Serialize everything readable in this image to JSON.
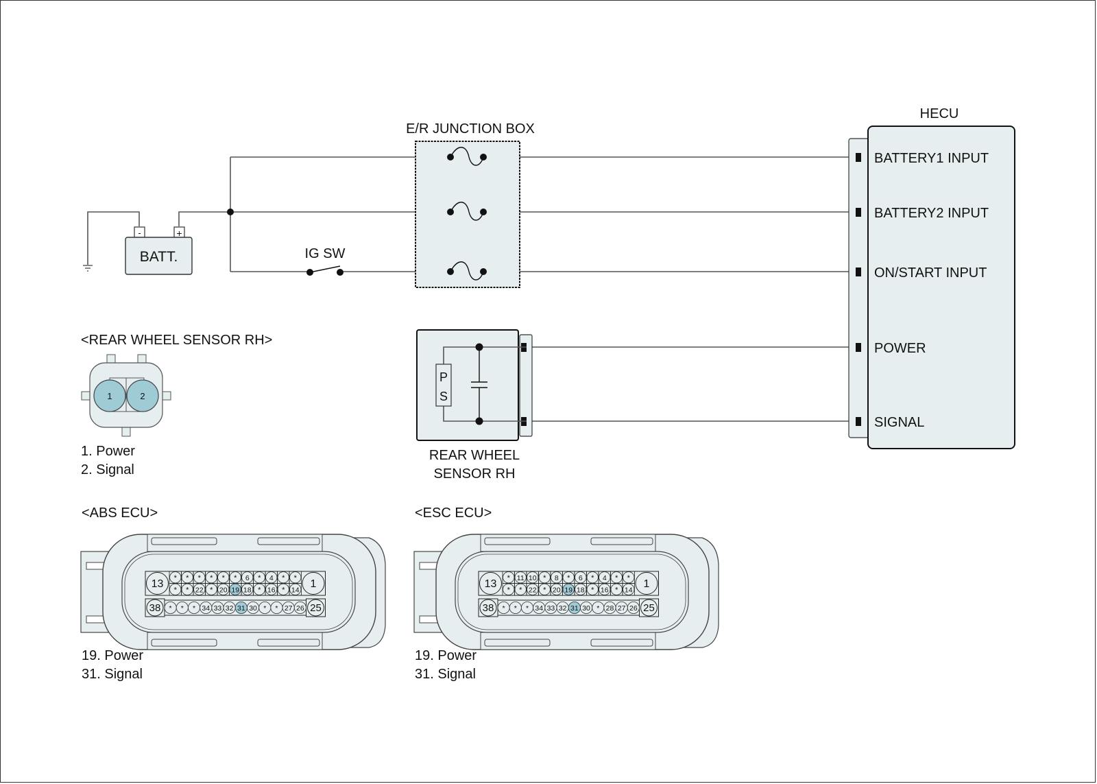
{
  "diagram": {
    "junction_box": {
      "title": "E/R JUNCTION BOX"
    },
    "battery": {
      "label": "BATT.",
      "neg": "-",
      "pos": "+"
    },
    "ig_switch": {
      "label": "IG SW"
    },
    "hecu": {
      "title": "HECU",
      "pins": [
        "BATTERY1 INPUT",
        "BATTERY2 INPUT",
        "ON/START INPUT",
        "POWER",
        "SIGNAL"
      ]
    },
    "sensor": {
      "title_line1": "REAR WHEEL",
      "title_line2": "SENSOR RH",
      "element_p": "P",
      "element_s": "S"
    },
    "rear_sensor_connector": {
      "title": "<REAR WHEEL SENSOR RH>",
      "pin1": "1",
      "pin2": "2",
      "legend": [
        "1. Power",
        "2. Signal"
      ]
    },
    "abs_ecu": {
      "title": "<ABS ECU>",
      "big_left": "13",
      "big_right": "1",
      "row1": [
        "*",
        "*",
        "*",
        "*",
        "*",
        "*",
        "6",
        "*",
        "4",
        "*",
        "*"
      ],
      "row2": [
        "*",
        "*",
        "22",
        "*",
        "20",
        "19",
        "18",
        "*",
        "16",
        "*",
        "14"
      ],
      "bottom_left": "38",
      "bottom_right": "25",
      "row3": [
        "*",
        "*",
        "*",
        "34",
        "33",
        "32",
        "31",
        "30",
        "*",
        "*",
        "27",
        "26"
      ],
      "highlight": [
        "19",
        "31"
      ],
      "legend": [
        "19. Power",
        "31. Signal"
      ]
    },
    "esc_ecu": {
      "title": "<ESC ECU>",
      "big_left": "13",
      "big_right": "1",
      "row1": [
        "*",
        "11",
        "10",
        "*",
        "8",
        "*",
        "6",
        "*",
        "4",
        "*",
        "*"
      ],
      "row2": [
        "*",
        "*",
        "22",
        "*",
        "20",
        "19",
        "18",
        "*",
        "16",
        "*",
        "14"
      ],
      "bottom_left": "38",
      "bottom_right": "25",
      "row3": [
        "*",
        "*",
        "*",
        "34",
        "33",
        "32",
        "31",
        "30",
        "*",
        "28",
        "27",
        "26"
      ],
      "highlight": [
        "19",
        "31"
      ],
      "legend": [
        "19. Power",
        "31. Signal"
      ]
    },
    "colors": {
      "panel_fill": "#e6eef0",
      "pin_highlight": "#9fcbd6",
      "wire": "#555555"
    }
  }
}
